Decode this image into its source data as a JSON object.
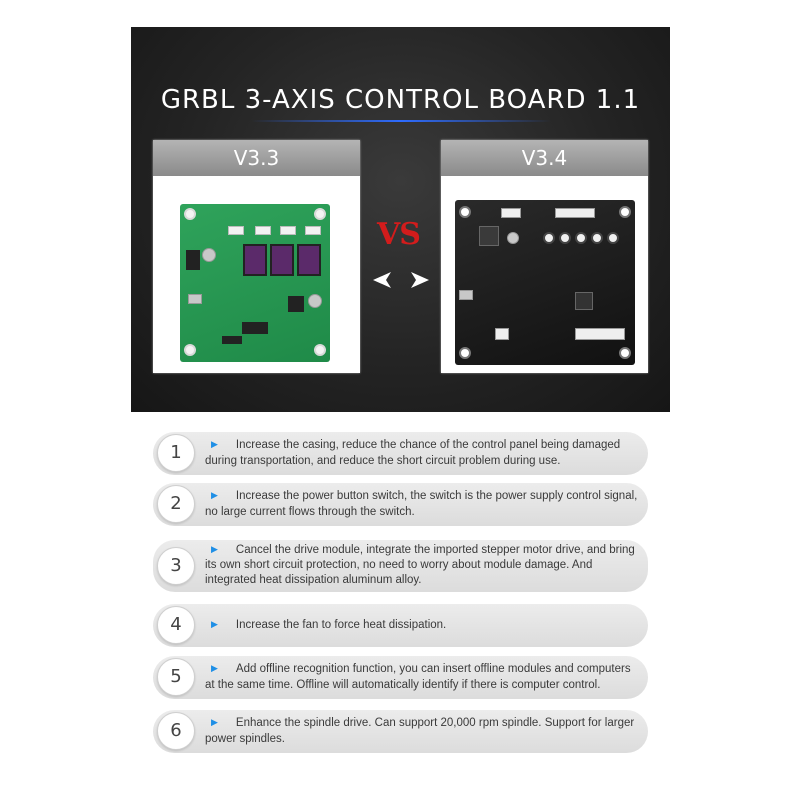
{
  "title": "GRBL 3-AXIS CONTROL BOARD 1.1",
  "versions": {
    "left_label": "V3.3",
    "right_label": "V3.4",
    "vs_label": "VS"
  },
  "colors": {
    "accent_blue": "#2d6bff",
    "vs_red": "#d31c1c",
    "bullet_blue": "#1f8fe6",
    "pcb_green": "#1f8a48",
    "pcb_black": "#111111"
  },
  "features": [
    {
      "number": "1",
      "text": "Increase the casing, reduce the chance of the control panel   being damaged during transportation, and reduce the short circuit problem during use."
    },
    {
      "number": "2",
      "text": "Increase the power button switch, the switch is the power supply control signal, no large current flows through the switch."
    },
    {
      "number": "3",
      "text": "Cancel the drive module, integrate the imported stepper motor drive, and bring its own short circuit protection, no need to worry about module damage. And integrated heat dissipation aluminum alloy."
    },
    {
      "number": "4",
      "text": "Increase the fan to force heat dissipation."
    },
    {
      "number": "5",
      "text": "Add offline recognition function, you can insert offline modules and computers at the same time. Offline will automatically identify if there is computer control."
    },
    {
      "number": "6",
      "text": "Enhance the spindle drive. Can support 20,000 rpm spindle. Support for larger power spindles."
    }
  ],
  "icons": {
    "bullet": "triangle-right-icon",
    "compare": "left-right-arrows-icon"
  }
}
